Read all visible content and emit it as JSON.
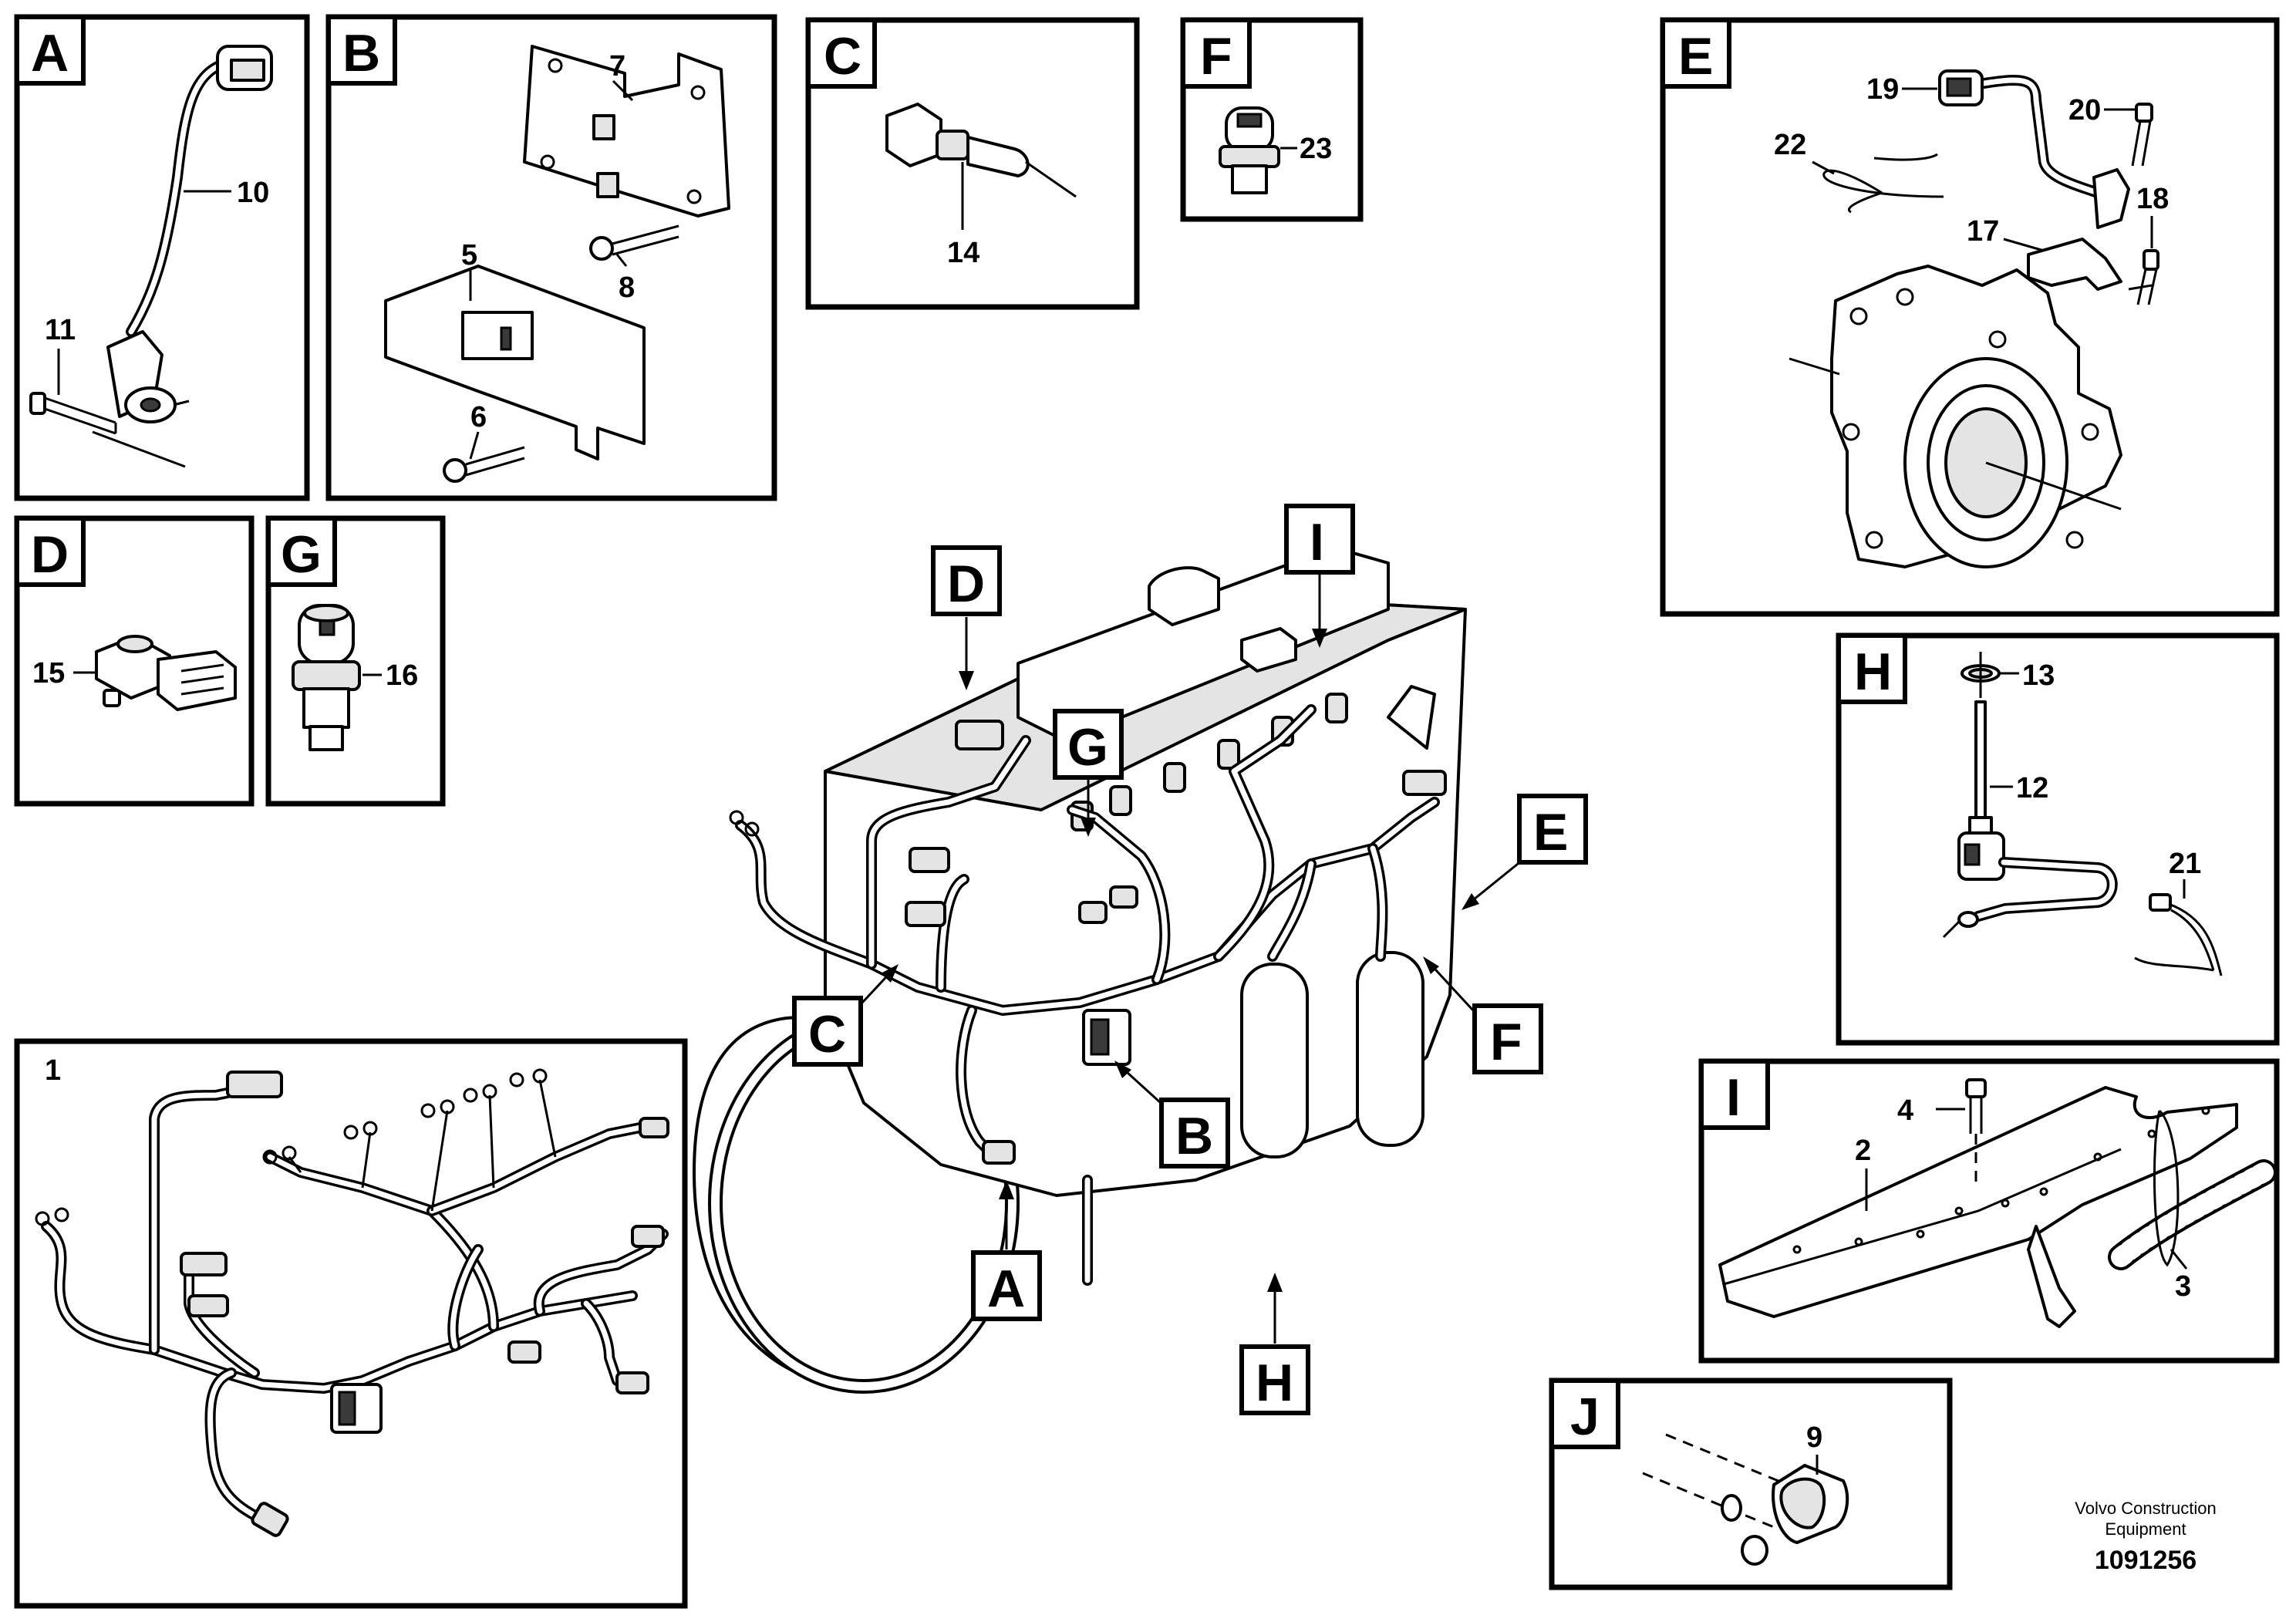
{
  "panels": {
    "A": {
      "tag": "A",
      "callouts": {
        "c10": "10",
        "c11": "11"
      }
    },
    "B": {
      "tag": "B",
      "callouts": {
        "c7": "7",
        "c5": "5",
        "c8": "8",
        "c6": "6"
      }
    },
    "C": {
      "tag": "C",
      "callouts": {
        "c14": "14"
      }
    },
    "F": {
      "tag": "F",
      "callouts": {
        "c23": "23"
      }
    },
    "E": {
      "tag": "E",
      "callouts": {
        "c19": "19",
        "c20": "20",
        "c22": "22",
        "c17": "17",
        "c18": "18"
      }
    },
    "D": {
      "tag": "D",
      "callouts": {
        "c15": "15"
      }
    },
    "G": {
      "tag": "G",
      "callouts": {
        "c16": "16"
      }
    },
    "H": {
      "tag": "H",
      "callouts": {
        "c13": "13",
        "c12": "12",
        "c21": "21"
      }
    },
    "I": {
      "tag": "I",
      "callouts": {
        "c4": "4",
        "c2": "2",
        "c3": "3"
      }
    },
    "J": {
      "tag": "J",
      "callouts": {
        "c9": "9"
      }
    },
    "harness": {
      "callouts": {
        "c1": "1"
      }
    }
  },
  "engine_tags": {
    "D": "D",
    "I": "I",
    "G": "G",
    "E": "E",
    "C": "C",
    "F": "F",
    "B": "B",
    "A": "A",
    "H": "H"
  },
  "footer": {
    "brand_line1": "Volvo Construction",
    "brand_line2": "Equipment",
    "figure_number": "1091256"
  }
}
